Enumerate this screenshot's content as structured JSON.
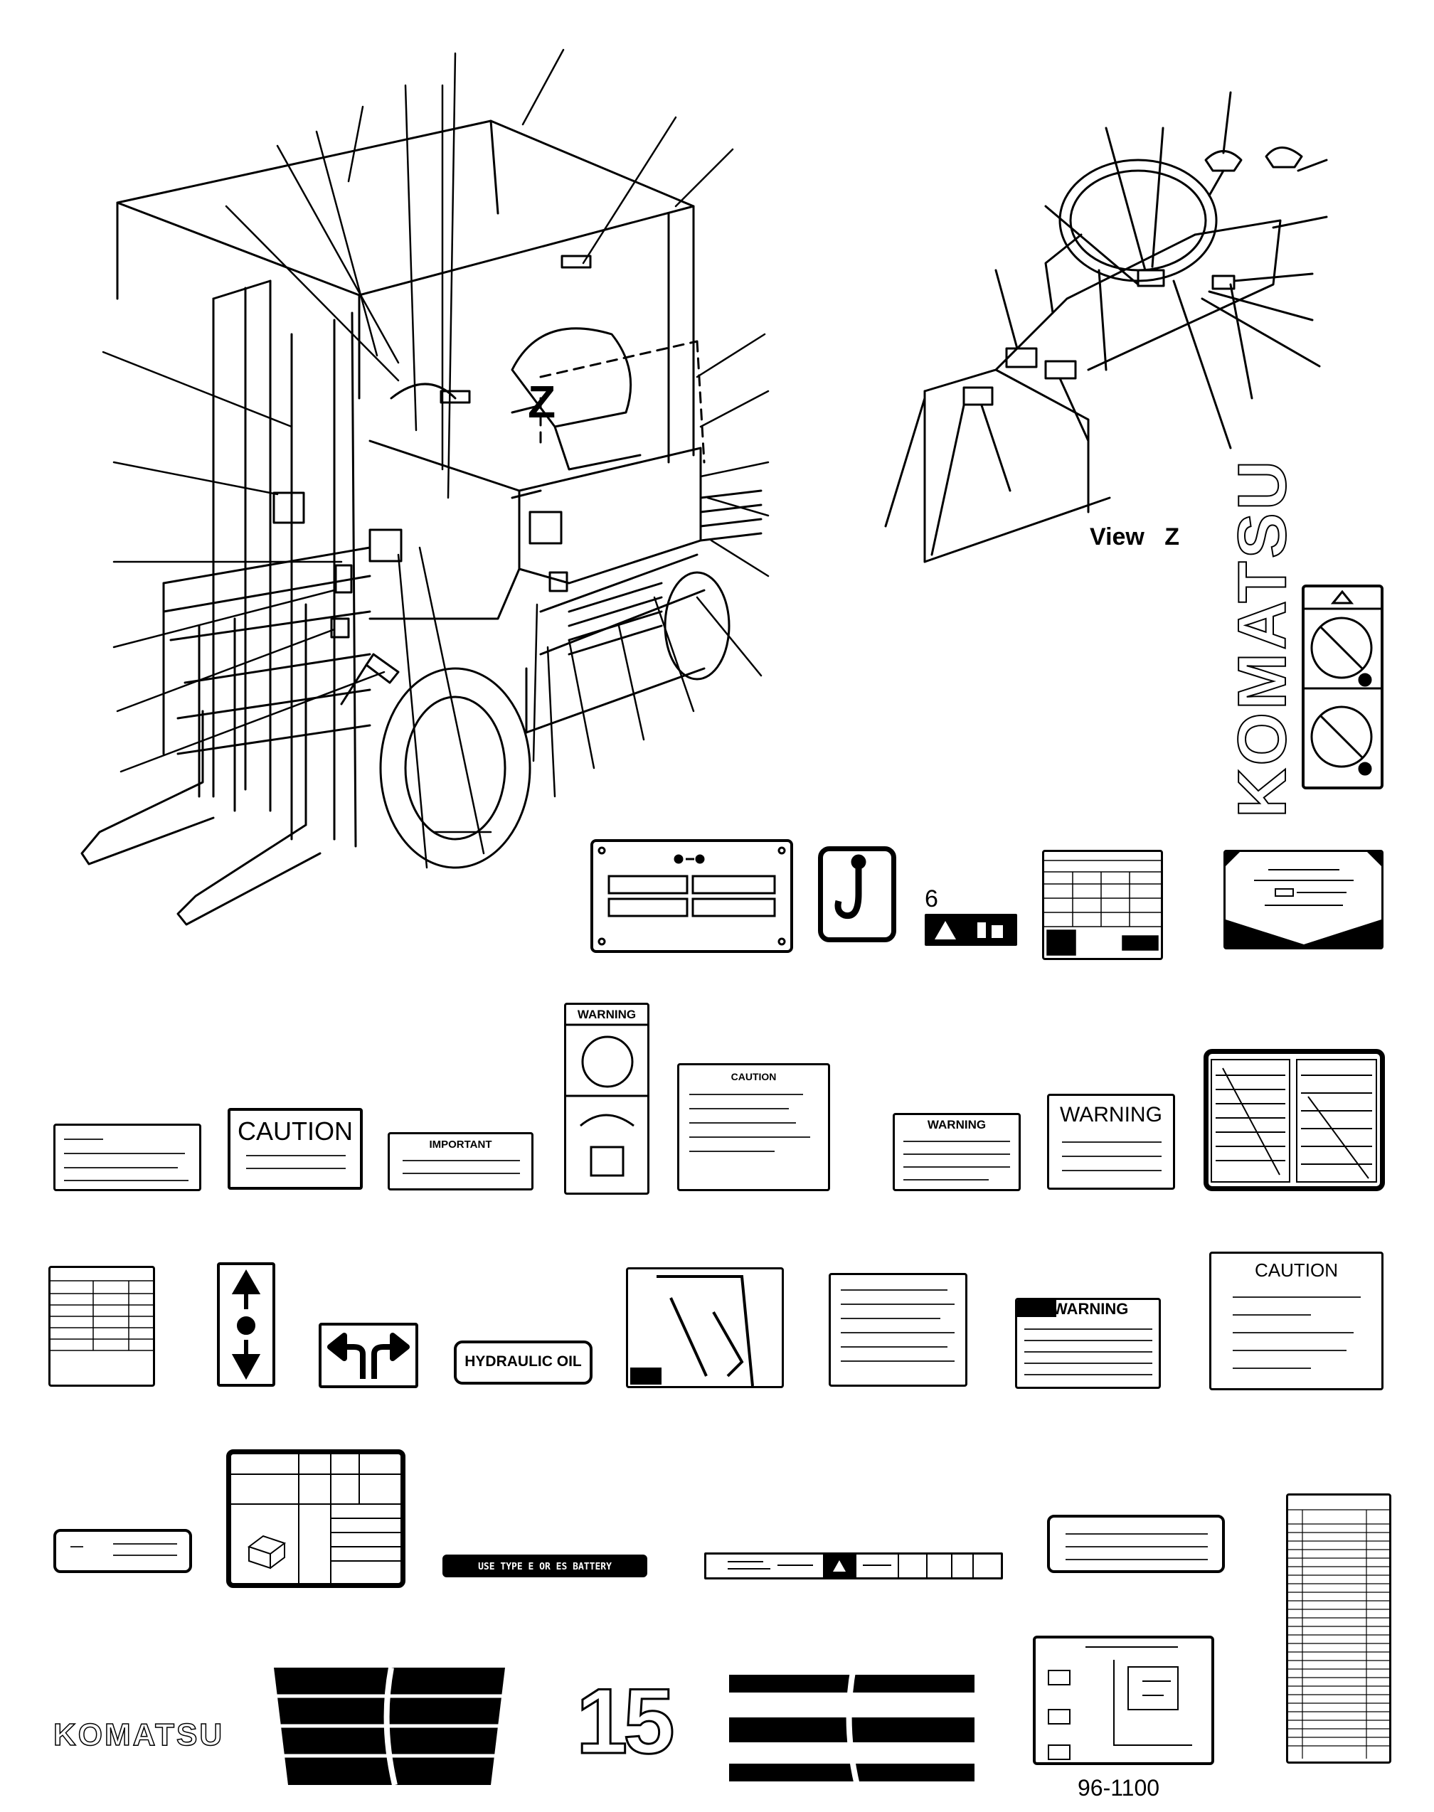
{
  "drawing": {
    "view_label": "View   Z",
    "z_label": "Z",
    "view_z_number": "6",
    "drawing_number": "96-1100",
    "brand_vertical": "KOMATSU",
    "brand_small": "KOMATSU",
    "model_number": "15"
  },
  "decals": {
    "caution_1": "CAUTION",
    "important": "IMPORTANT",
    "warning_panel": "WARNING",
    "caution_2": "CAUTION",
    "warning_2": "WARNING",
    "warning_3": "WARNING",
    "hydraulic_oil": "HYDRAULIC OIL",
    "warning_4": "WARNING",
    "caution_3": "CAUTION",
    "battery": "USE TYPE E OR ES BATTERY"
  }
}
